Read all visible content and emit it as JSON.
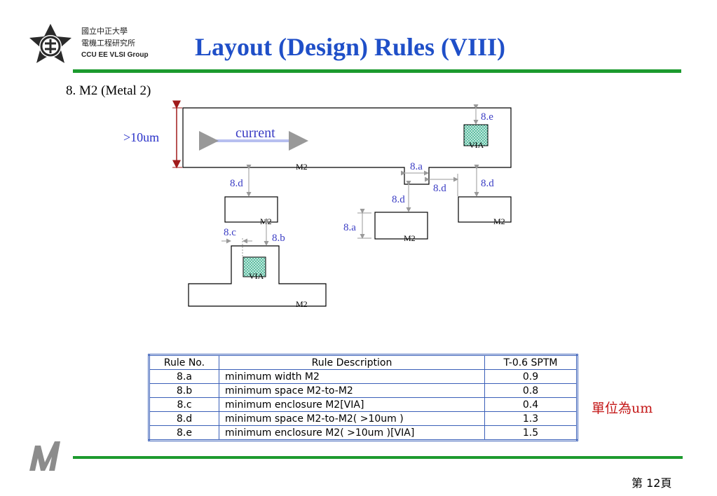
{
  "header": {
    "logo_line1": "國立中正大學",
    "logo_line2": "電機工程研究所",
    "logo_line3": "CCU EE VLSI Group",
    "title": "Layout (Design) Rules (VIII)"
  },
  "section_heading": "8. M2 (Metal 2)",
  "diagram": {
    "width_label": ">10um",
    "current_label": "current",
    "m2_label": "M2",
    "via_label": "VIA",
    "rule_a": "8.a",
    "rule_b": "8.b",
    "rule_c": "8.c",
    "rule_d": "8.d",
    "rule_e": "8.e"
  },
  "table": {
    "headers": [
      "Rule No.",
      "Rule Description",
      "T-0.6 SPTM"
    ],
    "rows": [
      {
        "rule": "8.a",
        "desc": "minimum width M2",
        "value": "0.9"
      },
      {
        "rule": "8.b",
        "desc": "minimum space M2-to-M2",
        "value": "0.8"
      },
      {
        "rule": "8.c",
        "desc": "minimum enclosure M2[VIA]",
        "value": "0.4"
      },
      {
        "rule": "8.d",
        "desc": "minimum space M2-to-M2( >10um )",
        "value": "1.3"
      },
      {
        "rule": "8.e",
        "desc": "minimum enclosure M2( >10um )[VIA]",
        "value": "1.5"
      }
    ]
  },
  "unit_note": "單位為um",
  "page_number": "第 12頁",
  "colors": {
    "title": "#1f4fc8",
    "rule_bar": "#1c9a2e",
    "label": "#3a3cc4",
    "note": "#c41818",
    "via_fill": "#3fbf9e"
  }
}
